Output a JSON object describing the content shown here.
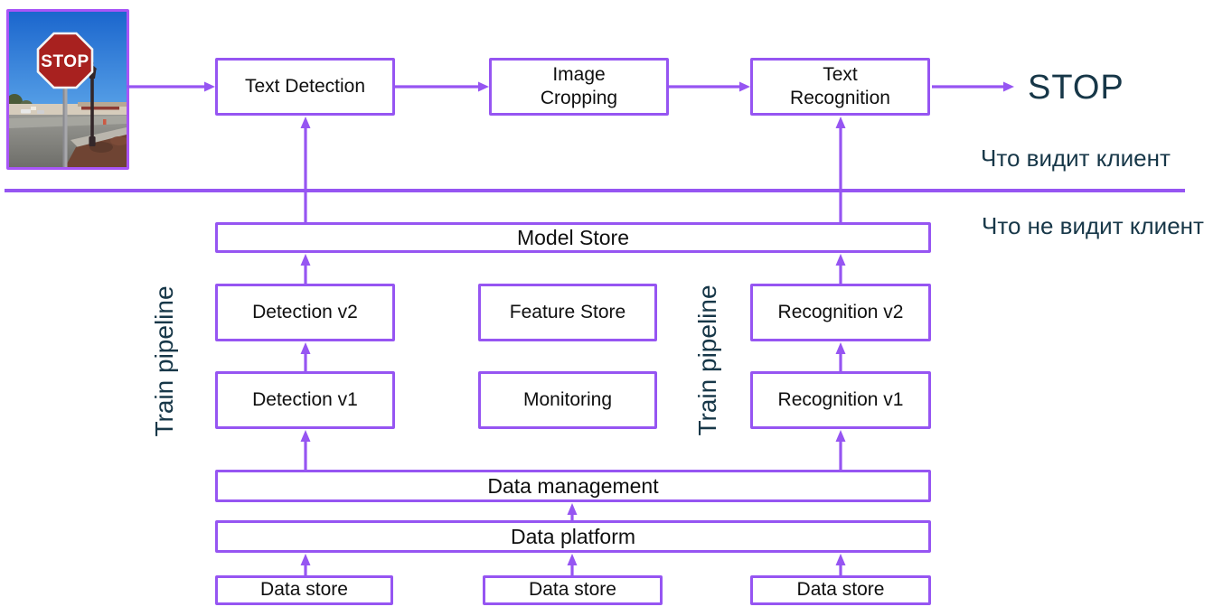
{
  "colors": {
    "accent_purple": "#9655F2",
    "photo_border_purple": "#A855F7",
    "dark_navy_text": "#173748",
    "box_text_black": "#0F0F0F",
    "stop_sign_red": "#A8211F"
  },
  "client_side": {
    "visible_caption": "Что видит клиент",
    "photo_sign_text": "STOP",
    "steps": [
      {
        "label": "Text Detection"
      },
      {
        "label": "Image Cropping"
      },
      {
        "label": "Text Recognition"
      }
    ],
    "output_text": "STOP"
  },
  "backend_side": {
    "hidden_caption": "Что не видит клиент",
    "model_store_label": "Model Store",
    "train_pipeline_left": "Train pipeline",
    "train_pipeline_right": "Train pipeline",
    "detection_versions": [
      {
        "label": "Detection v2"
      },
      {
        "label": "Detection v1"
      }
    ],
    "platform_services": [
      {
        "label": "Feature Store"
      },
      {
        "label": "Monitoring"
      }
    ],
    "recognition_versions": [
      {
        "label": "Recognition v2"
      },
      {
        "label": "Recognition v1"
      }
    ],
    "data_management_label": "Data management",
    "data_platform_label": "Data platform",
    "data_stores": [
      {
        "label": "Data store"
      },
      {
        "label": "Data store"
      },
      {
        "label": "Data store"
      }
    ]
  }
}
